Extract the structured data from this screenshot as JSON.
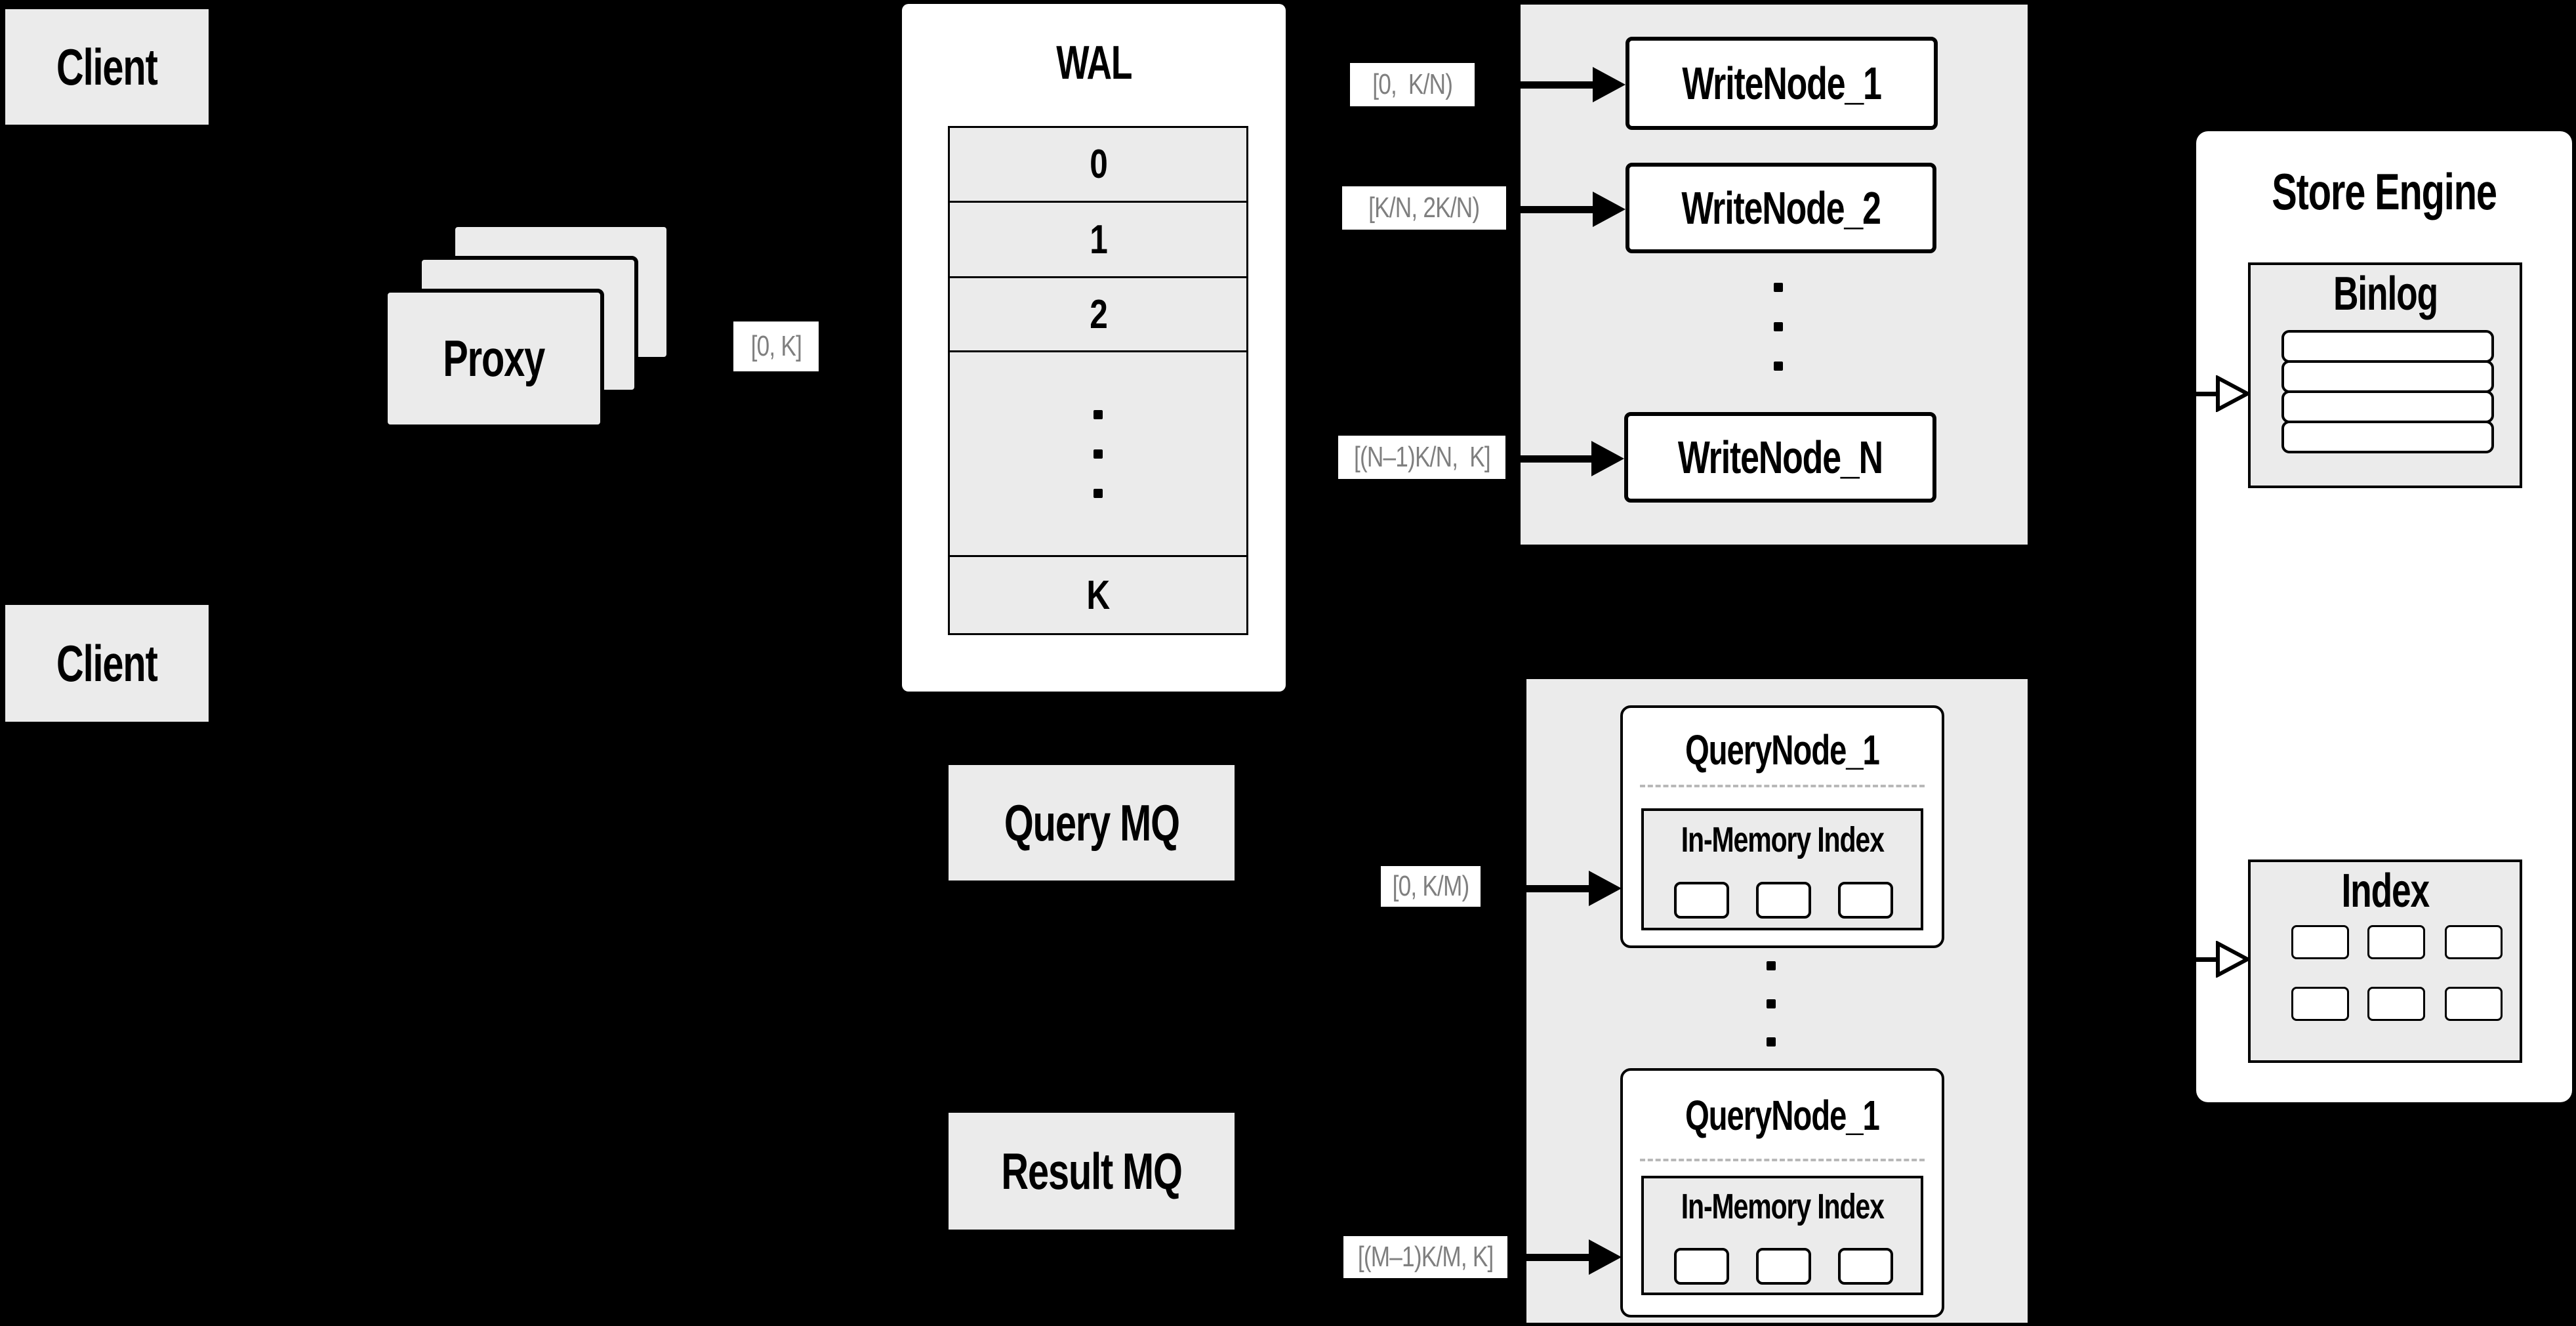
{
  "colors": {
    "background": "#000000",
    "panel_fill": "#ebebeb",
    "box_fill": "#ffffff",
    "border": "#000000",
    "range_label_text": "#7f7f7f"
  },
  "clients": {
    "top": "Client",
    "bottom": "Client"
  },
  "proxy": {
    "label": "Proxy"
  },
  "wal": {
    "title": "WAL",
    "rows": [
      "0",
      "1",
      "2",
      "K"
    ]
  },
  "range_labels": {
    "proxy_to_wal": "[0, K]",
    "write_1": "[0,  K/N)",
    "write_2": "[K/N, 2K/N)",
    "write_n": "[(N–1)K/N,  K]",
    "query_1": "[0, K/M)",
    "query_m": "[(M–1)K/M, K]"
  },
  "write_nodes": {
    "node_1": "WriteNode_1",
    "node_2": "WriteNode_2",
    "node_n": "WriteNode_N"
  },
  "message_queues": {
    "query_mq": "Query MQ",
    "result_mq": "Result MQ"
  },
  "query_nodes": {
    "top": {
      "title": "QueryNode_1",
      "in_memory_title": "In-Memory Index"
    },
    "bottom": {
      "title": "QueryNode_1",
      "in_memory_title": "In-Memory Index"
    }
  },
  "store_engine": {
    "title": "Store Engine",
    "binlog_title": "Binlog",
    "index_title": "Index"
  }
}
